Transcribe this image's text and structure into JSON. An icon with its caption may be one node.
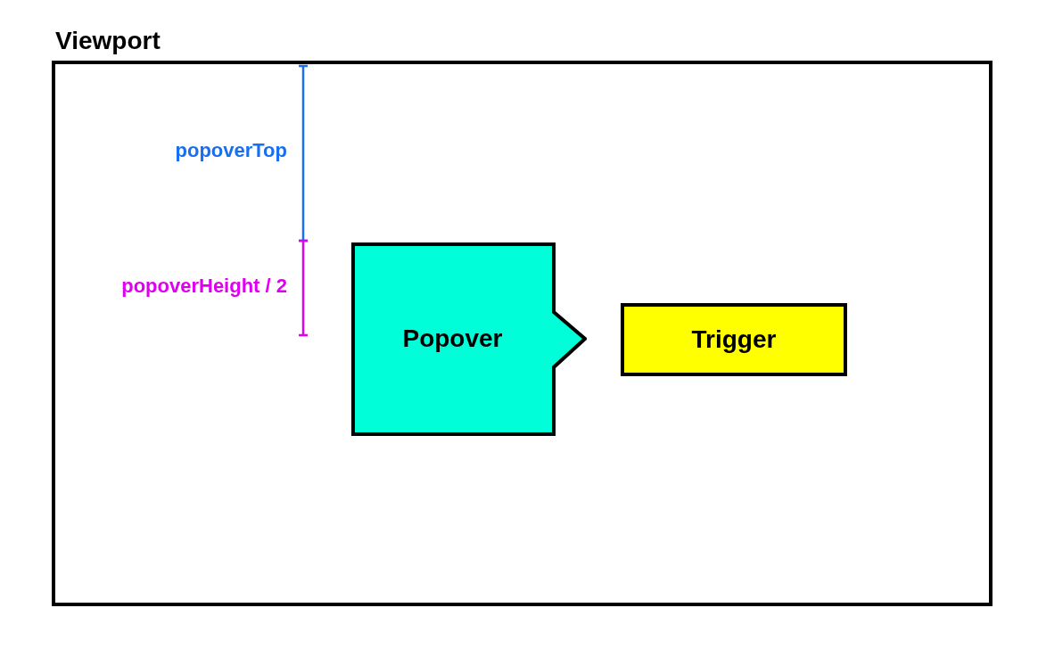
{
  "diagram": {
    "nodes": [
      {
        "text": [
          "Viewport"
        ]
      },
      {
        "text": [
          "Popover"
        ],
        "in": 0
      },
      {
        "text": [
          "Trigger"
        ],
        "in": 0
      }
    ],
    "labels": [
      "popoverTop",
      "popoverHeight / 2"
    ]
  }
}
